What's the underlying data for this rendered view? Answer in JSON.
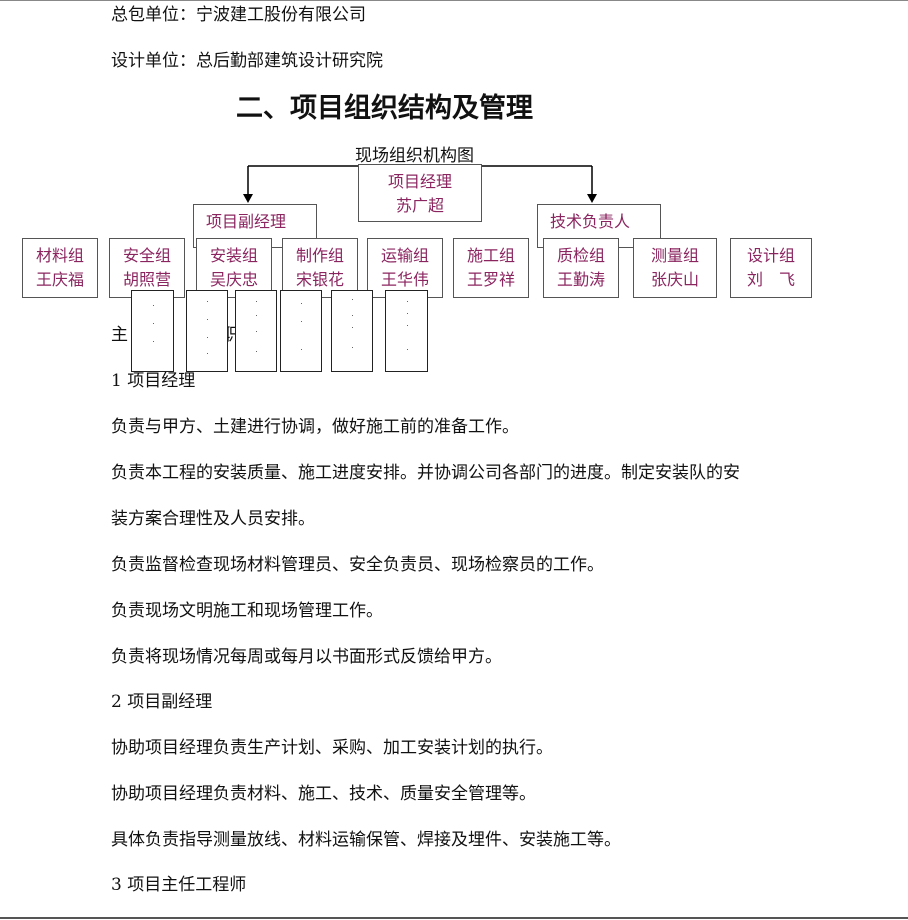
{
  "header": {
    "contractor": "总包单位：宁波建工股份有限公司",
    "designer": "设计单位：总后勤部建筑设计研究院"
  },
  "section_title": "二、项目组织结构及管理",
  "org_chart": {
    "title": "现场组织机构图",
    "manager": {
      "role": "项目经理",
      "name": "苏广超"
    },
    "deputy": {
      "role": "项目副经理"
    },
    "tech_lead": {
      "role": "技术负责人"
    },
    "teams": [
      {
        "role": "材料组",
        "name": "王庆福"
      },
      {
        "role": "安全组",
        "name": "胡照营"
      },
      {
        "role": "安装组",
        "name": "吴庆忠"
      },
      {
        "role": "制作组",
        "name": "宋银花"
      },
      {
        "role": "运输组",
        "name": "王华伟"
      },
      {
        "role": "施工组",
        "name": "王罗祥"
      },
      {
        "role": "质检组",
        "name": "王勤涛"
      },
      {
        "role": "测量组",
        "name": "张庆山"
      },
      {
        "role": "设计组",
        "name": "刘　飞"
      }
    ]
  },
  "body": {
    "partial_heading": "主",
    "partial_heading_tail": "职",
    "pm_heading": "1 项目经理",
    "pm_items": [
      "负责与甲方、土建进行协调，做好施工前的准备工作。",
      "负责本工程的安装质量、施工进度安排。并协调公司各部门的进度。制定安装队的安",
      "装方案合理性及人员安排。",
      "负责监督检查现场材料管理员、安全负责员、现场检察员的工作。",
      "负责现场文明施工和现场管理工作。",
      "负责将现场情况每周或每月以书面形式反馈给甲方。"
    ],
    "deputy_heading": "2 项目副经理",
    "deputy_items": [
      "协助项目经理负责生产计划、采购、加工安装计划的执行。",
      "协助项目经理负责材料、施工、技术、质量安全管理等。",
      "具体负责指导测量放线、材料运输保管、焊接及埋件、安装施工等。"
    ],
    "chief_heading": "3 项目主任工程师"
  }
}
